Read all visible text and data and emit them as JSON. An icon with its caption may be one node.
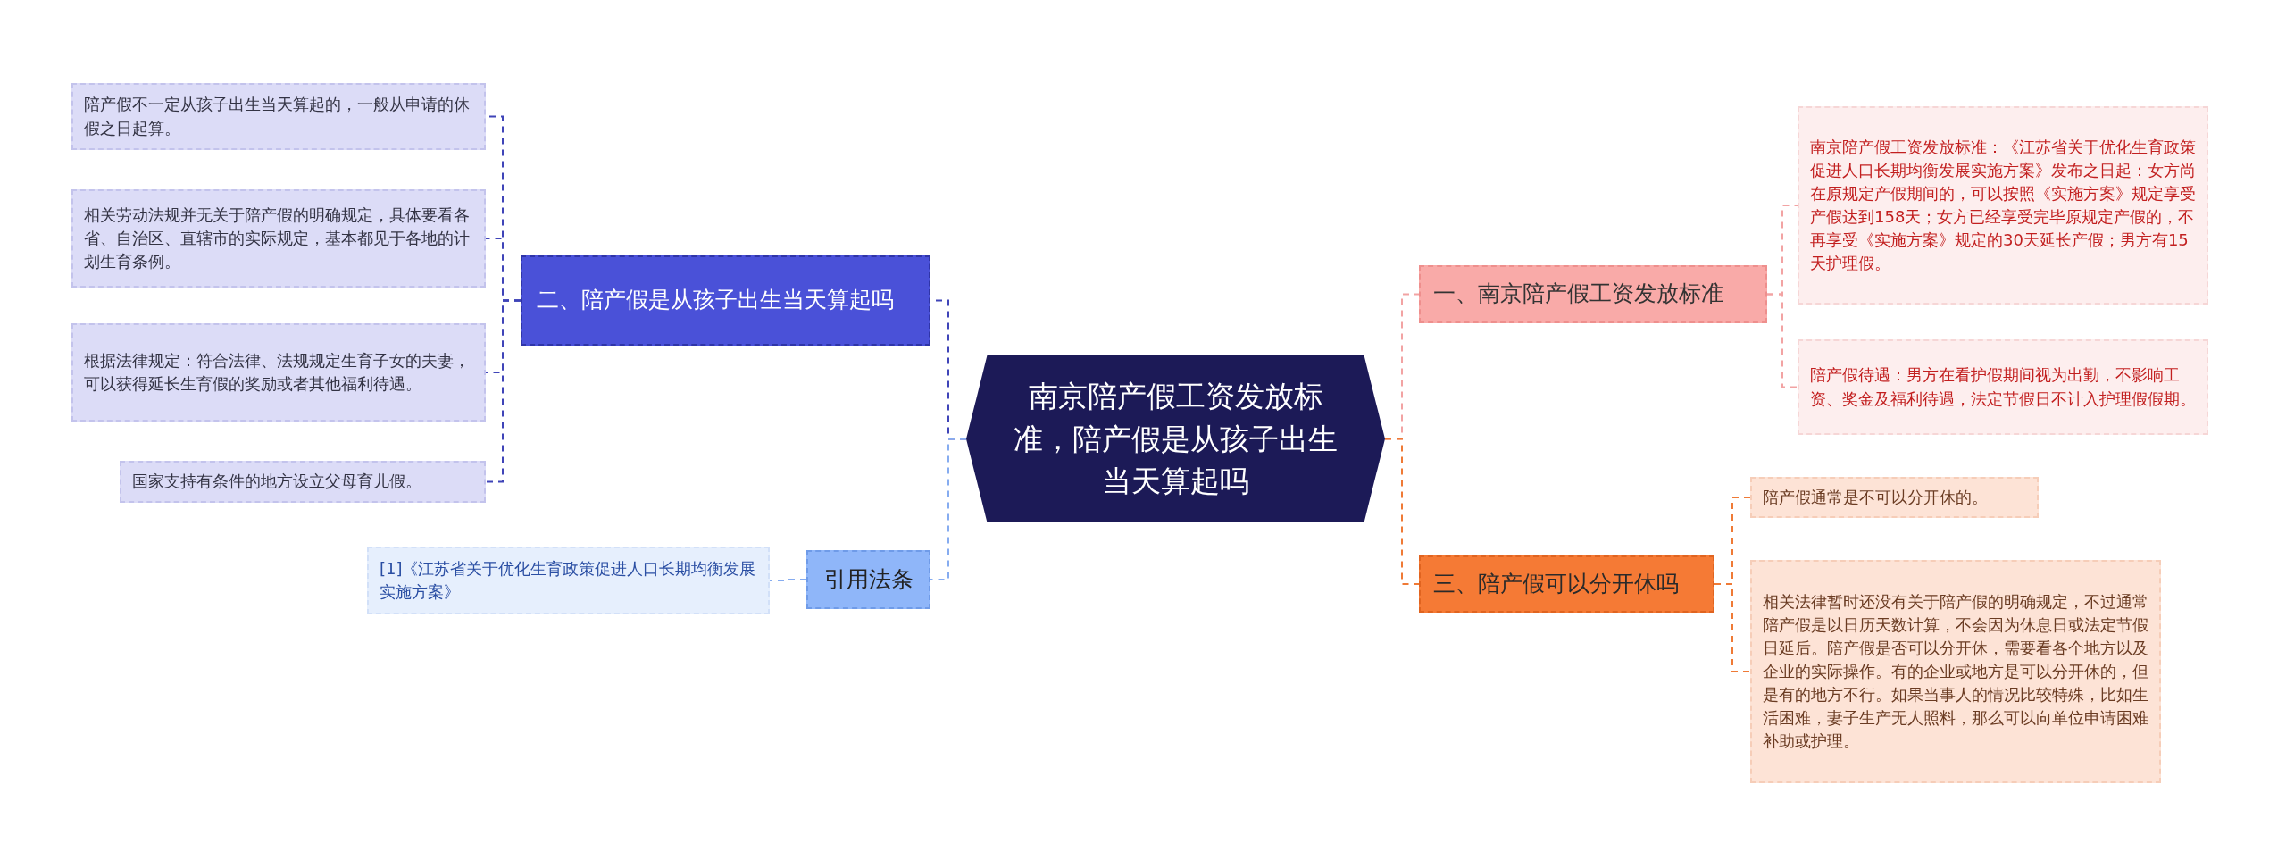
{
  "diagram": {
    "nodes": [
      {
        "text": [
          "南京陪产假工资发放标准，陪产假是从孩子出生当天算起吗"
        ]
      },
      {
        "text": [
          "二、陪产假是从孩子出生当天算起吗"
        ]
      },
      {
        "text": [
          "陪产假不一定从孩子出生当天算起的，一般从申请的休假之日起算。"
        ]
      },
      {
        "text": [
          "相关劳动法规并无关于陪产假的明确规定，具体要看各省、自治区、直辖市的实际规定，基本都见于各地的计划生育条例。"
        ]
      },
      {
        "text": [
          "根据法律规定：符合法律、法规规定生育子女的夫妻，可以获得延长生育假的奖励或者其他福利待遇。"
        ]
      },
      {
        "text": [
          "国家支持有条件的地方设立父母育儿假。"
        ]
      },
      {
        "text": [
          "引用法条"
        ]
      },
      {
        "text": [
          "[1]《江苏省关于优化生育政策促进人口长期均衡发展实施方案》"
        ]
      },
      {
        "text": [
          "一、南京陪产假工资发放标准"
        ]
      },
      {
        "text": [
          "南京陪产假工资发放标准：《江苏省关于优化生育政策促进人口长期均衡发展实施方案》发布之日起：女方尚在原规定产假期间的，可以按照《实施方案》规定享受产假达到158天；女方已经享受完毕原规定产假的，不再享受《实施方案》规定的30天延长产假；男方有15天护理假。"
        ]
      },
      {
        "text": [
          "陪产假待遇：男方在看护假期间视为出勤，不影响工资、奖金及福利待遇，法定节假日不计入护理假假期。"
        ]
      },
      {
        "text": [
          "三、陪产假可以分开休吗"
        ]
      },
      {
        "text": [
          "陪产假通常是不可以分开休的。"
        ]
      },
      {
        "text": [
          "相关法律暂时还没有关于陪产假的明确规定，不过通常陪产假是以日历天数计算，不会因为休息日或法定节假日延后。陪产假是否可以分开休，需要看各个地方以及企业的实际操作。有的企业或地方是可以分开休的，但是有的地方不行。如果当事人的情况比较特殊，比如生活困难，妻子生产无人照料，那么可以向单位申请困难补助或护理。"
        ]
      }
    ],
    "edges": [
      {
        "from": 0,
        "to": 1,
        "arrow": "none",
        "style": "dashed",
        "color": "#3f44b8"
      },
      {
        "from": 1,
        "to": 2,
        "arrow": "none",
        "style": "dashed",
        "color": "#3f44b8"
      },
      {
        "from": 1,
        "to": 3,
        "arrow": "none",
        "style": "dashed",
        "color": "#3f44b8"
      },
      {
        "from": 1,
        "to": 4,
        "arrow": "none",
        "style": "dashed",
        "color": "#3f44b8"
      },
      {
        "from": 1,
        "to": 5,
        "arrow": "none",
        "style": "dashed",
        "color": "#3f44b8"
      },
      {
        "from": 0,
        "to": 6,
        "arrow": "none",
        "style": "dashed",
        "color": "#86acf0"
      },
      {
        "from": 6,
        "to": 7,
        "arrow": "none",
        "style": "dashed",
        "color": "#86acf0"
      },
      {
        "from": 0,
        "to": 8,
        "arrow": "none",
        "style": "dashed",
        "color": "#f2a3a3"
      },
      {
        "from": 8,
        "to": 9,
        "arrow": "none",
        "style": "dashed",
        "color": "#f2a3a3"
      },
      {
        "from": 8,
        "to": 10,
        "arrow": "none",
        "style": "dashed",
        "color": "#f2a3a3"
      },
      {
        "from": 0,
        "to": 11,
        "arrow": "none",
        "style": "dashed",
        "color": "#ef7a36"
      },
      {
        "from": 11,
        "to": 12,
        "arrow": "none",
        "style": "dashed",
        "color": "#ef7a36"
      },
      {
        "from": 11,
        "to": 13,
        "arrow": "none",
        "style": "dashed",
        "color": "#ef7a36"
      }
    ]
  }
}
